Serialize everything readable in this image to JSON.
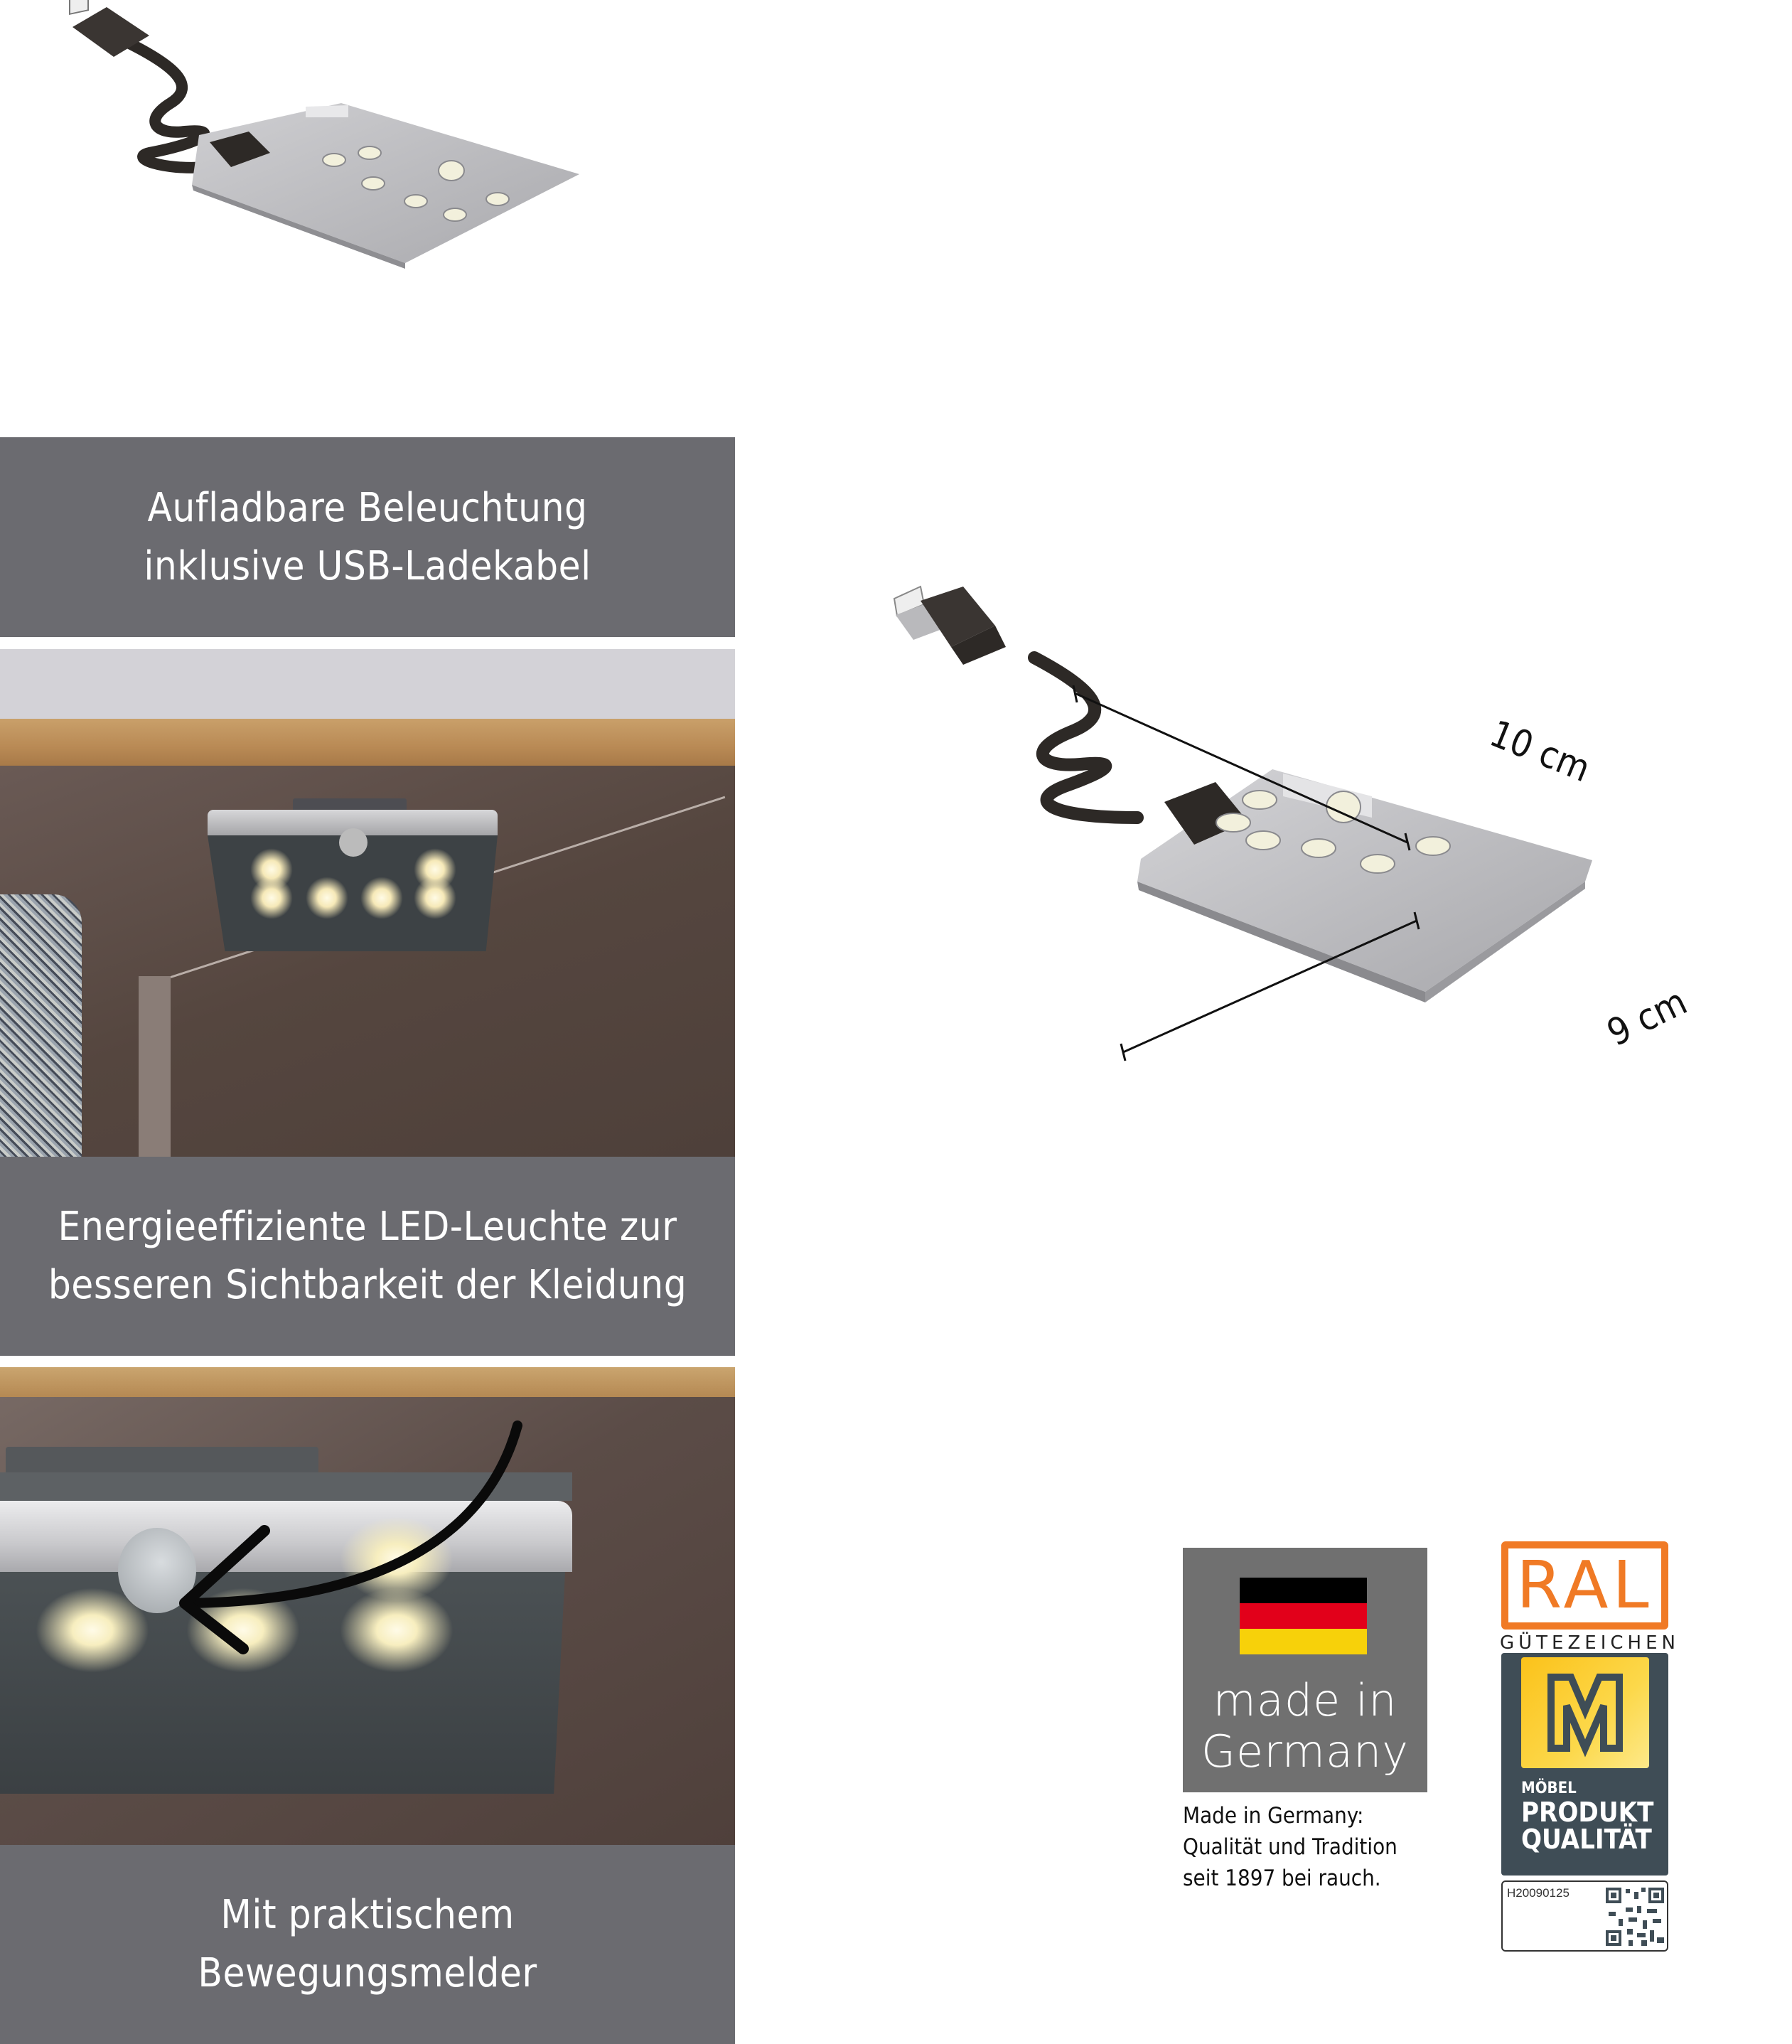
{
  "headlines": [
    {
      "lines": [
        "Aufladbare Beleuchtung",
        "inklusive USB-Ladekabel"
      ]
    },
    {
      "lines": [
        "Energieeffiziente LED-Leuchte zur",
        "besseren Sichtbarkeit der Kleidung"
      ]
    },
    {
      "lines": [
        "Mit praktischem",
        "Bewegungsmelder"
      ]
    }
  ],
  "dimensions": {
    "width_label": "10 cm",
    "depth_label": "9 cm"
  },
  "made_in_germany": {
    "badge_lines": [
      "made in",
      "Germany"
    ],
    "caption_lines": [
      "Made in Germany:",
      "Qualität und Tradition",
      "seit 1897 bei rauch."
    ],
    "flag_colors": [
      "#000000",
      "#e2001a",
      "#f7d10a"
    ]
  },
  "ral": {
    "logo": "RAL",
    "subtitle": "GÜTEZEICHEN",
    "category": "MÖBEL",
    "title_line1": "PRODUKT",
    "title_line2": "QUALITÄT",
    "certificate_id": "H20090125",
    "qr_icon": "qr-code-icon"
  },
  "colors": {
    "headline_bar": "#6b6b70",
    "ral_orange": "#f07a25",
    "ral_panel": "#3f4d56",
    "ral_yellow": "#fcd84a"
  }
}
